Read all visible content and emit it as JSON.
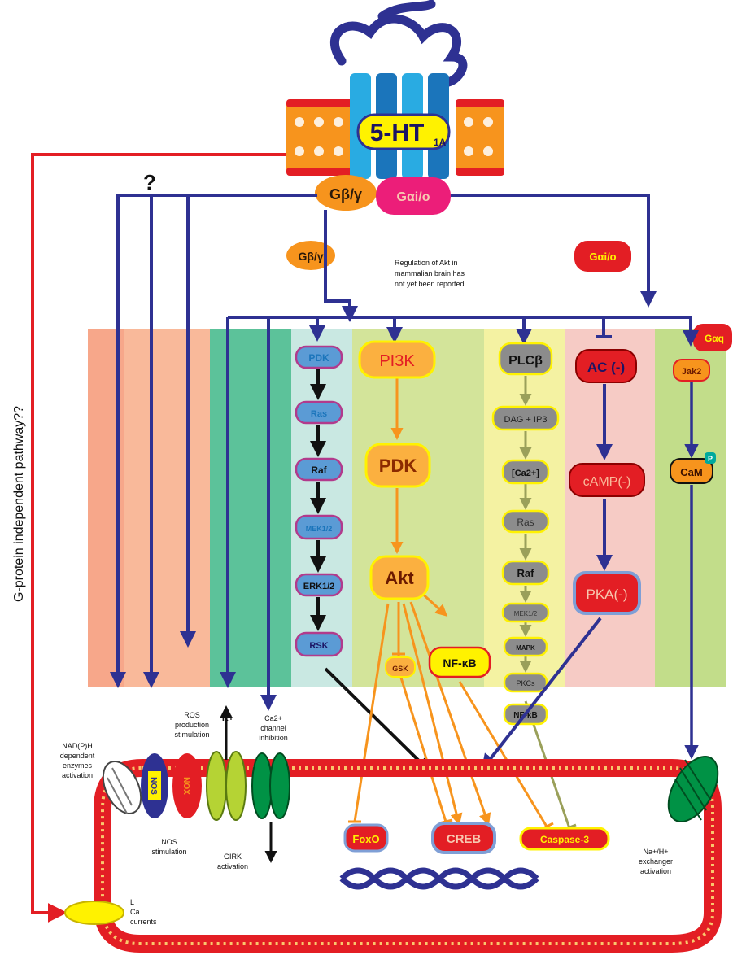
{
  "receptor": {
    "label": "5-HT",
    "subscript": "1A"
  },
  "g_protein": {
    "beta_gamma": "Gβ/γ",
    "alpha": "Gαi/o",
    "beta_gamma_free": "Gβ/γ",
    "alpha_free": "Gαi/o",
    "alpha_q": "Gαq"
  },
  "unknown_mark": "?",
  "side_label": "G-protein independent pathway??",
  "note": {
    "line1": "Regulation of Akt in",
    "line2": "mammalian brain has",
    "line3": "not yet been reported."
  },
  "mapk_path": {
    "n1": "PDK",
    "n2": "Ras",
    "n3": "Raf",
    "n4": "MEK1/2",
    "n5": "ERK1/2",
    "n6": "RSK"
  },
  "pi3k_path": {
    "n1": "PI3K",
    "n2": "PDK",
    "n3": "Akt",
    "n4": "GSK",
    "n5": "NF-κB"
  },
  "plc_path": {
    "n1": "PLCβ",
    "n2": "DAG + IP3",
    "n3": "[Ca2+]",
    "n4": "Ras",
    "n5": "Raf",
    "n6": "MEK1/2",
    "n7": "MAPK",
    "n8": "PKCs",
    "n9": "NF-κB"
  },
  "ac_path": {
    "n1": "AC (-)",
    "n2": "cAMP(-)",
    "n3": "PKA(-)"
  },
  "jak_path": {
    "n1": "Jak2",
    "n2": "CaM",
    "p": "P"
  },
  "targets": {
    "foxo": "FoxO",
    "creb": "CREB",
    "caspase": "Caspase-3"
  },
  "membrane_labels": {
    "nadph": {
      "line1": "NAD(P)H",
      "line2": "dependent",
      "line3": "enzymes",
      "line4": "activation"
    },
    "ros": {
      "line1": "ROS",
      "line2": "production",
      "line3": "stimulation"
    },
    "nos": {
      "line1": "NOS",
      "line2": "stimulation"
    },
    "girk": {
      "line1": "GIRK",
      "line2": "activation"
    },
    "k_ion": "K+",
    "ca_channel": {
      "line1": "Ca2+",
      "line2": "channel",
      "line3": "inhibition"
    },
    "exchanger": {
      "line1": "Na+/H+",
      "line2": "exchanger",
      "line3": "activation"
    },
    "ca_current": {
      "line1": "L",
      "line2": "Ca",
      "line3": "currents"
    },
    "nos_protein": "NOS",
    "nox_protein": "NOX"
  },
  "colors": {
    "blue_arrow": "#2e3192",
    "orange_arrow": "#f7941d",
    "red_line": "#e31e24",
    "mapk_node": "#5b9bd5",
    "plc_node": "#8c8c8c",
    "ac_node": "#e31e24",
    "pi3k_node": "#fbb040"
  }
}
